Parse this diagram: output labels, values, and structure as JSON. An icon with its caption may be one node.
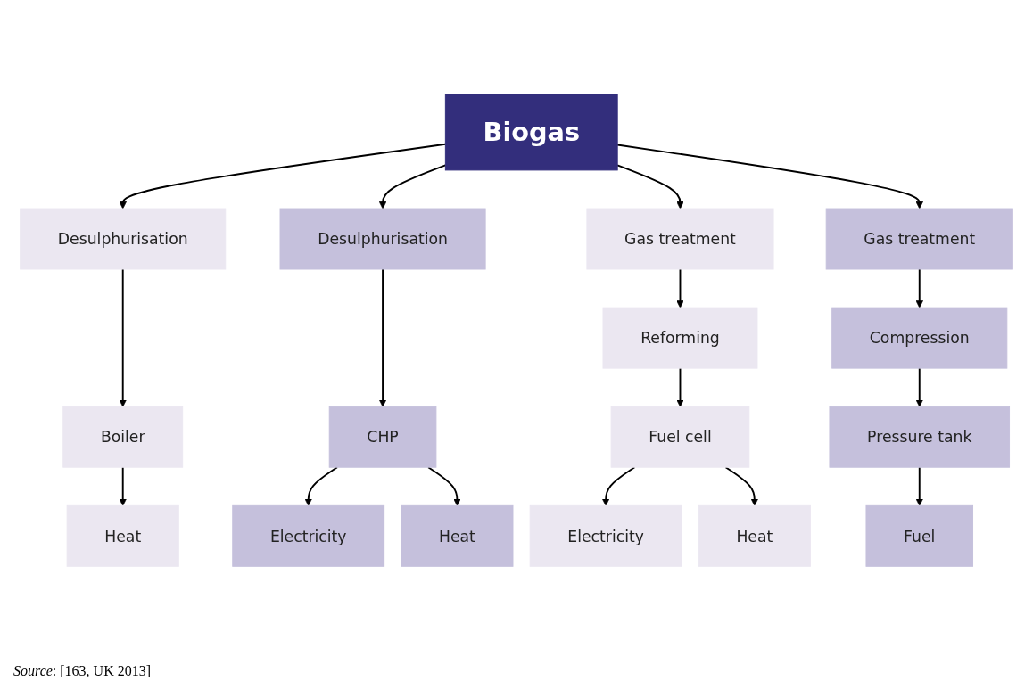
{
  "diagram": {
    "caption": "*Source*: [163, UK 2013]",
    "nodes": [
      {
        "text": [
          "Biogas"
        ]
      },
      {
        "text": [
          "Desulphurisation"
        ]
      },
      {
        "text": [
          "Desulphurisation"
        ]
      },
      {
        "text": [
          "Gas treatment"
        ]
      },
      {
        "text": [
          "Gas treatment"
        ]
      },
      {
        "text": [
          "Reforming"
        ]
      },
      {
        "text": [
          "Compression"
        ]
      },
      {
        "text": [
          "Boiler"
        ]
      },
      {
        "text": [
          "CHP"
        ]
      },
      {
        "text": [
          "Fuel cell"
        ]
      },
      {
        "text": [
          "Pressure tank"
        ]
      },
      {
        "text": [
          "Heat"
        ]
      },
      {
        "text": [
          "Electricity"
        ]
      },
      {
        "text": [
          "Heat"
        ]
      },
      {
        "text": [
          "Electricity"
        ]
      },
      {
        "text": [
          "Heat"
        ]
      },
      {
        "text": [
          "Fuel"
        ]
      }
    ],
    "edges": [
      {
        "from": 0,
        "to": 1,
        "arrow": "to"
      },
      {
        "from": 0,
        "to": 2,
        "arrow": "to"
      },
      {
        "from": 0,
        "to": 3,
        "arrow": "to"
      },
      {
        "from": 0,
        "to": 4,
        "arrow": "to"
      },
      {
        "from": 3,
        "to": 5,
        "arrow": "to"
      },
      {
        "from": 4,
        "to": 6,
        "arrow": "to"
      },
      {
        "from": 1,
        "to": 7,
        "arrow": "to"
      },
      {
        "from": 2,
        "to": 8,
        "arrow": "to"
      },
      {
        "from": 5,
        "to": 9,
        "arrow": "to"
      },
      {
        "from": 6,
        "to": 10,
        "arrow": "to"
      },
      {
        "from": 7,
        "to": 11,
        "arrow": "to"
      },
      {
        "from": 8,
        "to": 12,
        "arrow": "to"
      },
      {
        "from": 8,
        "to": 13,
        "arrow": "to"
      },
      {
        "from": 9,
        "to": 14,
        "arrow": "to"
      },
      {
        "from": 9,
        "to": 15,
        "arrow": "to"
      },
      {
        "from": 10,
        "to": 16,
        "arrow": "to"
      }
    ]
  }
}
